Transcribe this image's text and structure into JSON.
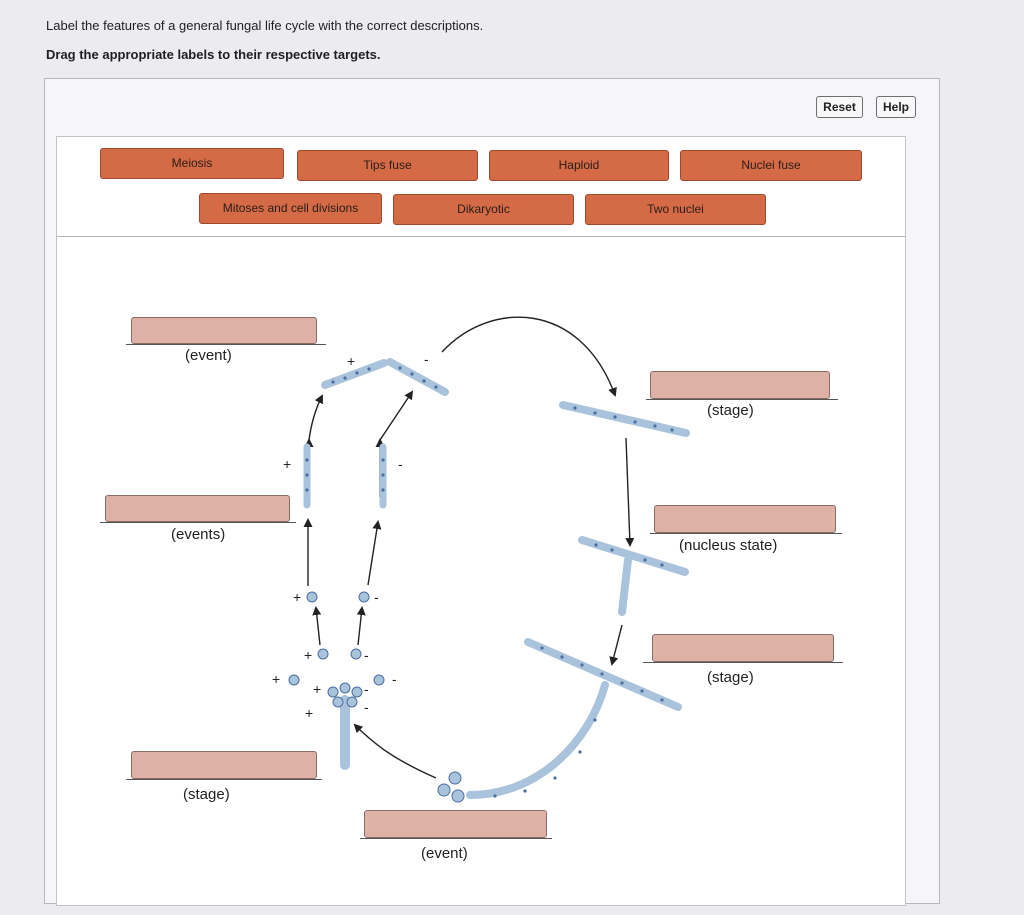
{
  "instructions": {
    "line1": "Label the features of a general fungal life cycle with the correct descriptions.",
    "line2": "Drag the appropriate labels to their respective targets."
  },
  "controls": {
    "reset": "Reset",
    "help": "Help"
  },
  "label_bank": [
    "Meiosis",
    "Tips fuse",
    "Haploid",
    "Nuclei fuse",
    "Mitoses and cell divisions",
    "Dikaryotic",
    "Two nuclei"
  ],
  "targets": [
    {
      "hint": "(event)"
    },
    {
      "hint": "(stage)"
    },
    {
      "hint": "(events)"
    },
    {
      "hint": "(nucleus state)"
    },
    {
      "hint": "(stage)"
    },
    {
      "hint": "(stage)"
    },
    {
      "hint": "(event)"
    }
  ],
  "diagram": {
    "mating_signs": [
      "+",
      "-",
      "+",
      "-",
      "+",
      "-",
      "+",
      "-",
      "+",
      "-",
      "+",
      "-",
      "+",
      "-"
    ]
  },
  "colors": {
    "tile": "#d46a46",
    "target": "#ddb1a5",
    "hypha": "#a9c3dc",
    "hypha_dot": "#4b6fa0"
  }
}
